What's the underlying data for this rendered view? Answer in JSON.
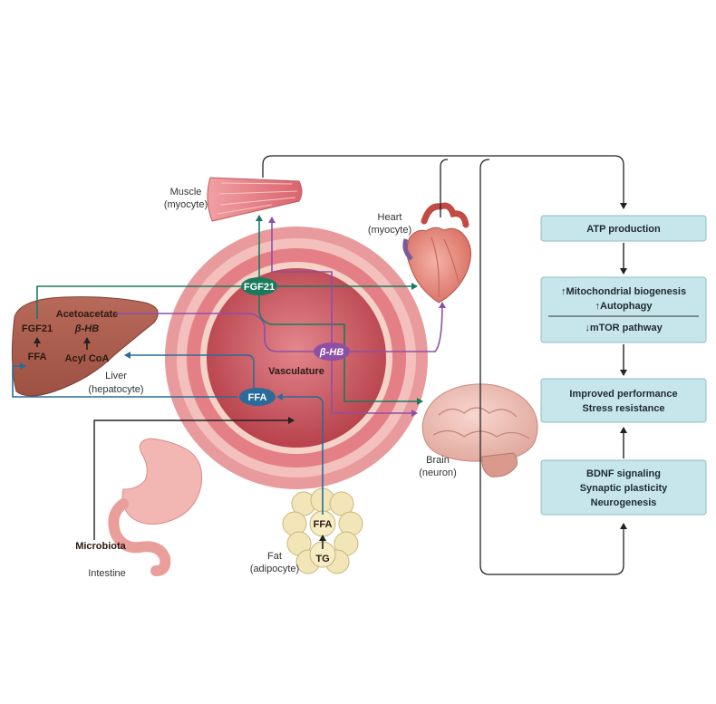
{
  "organs": {
    "muscle": [
      "Muscle",
      "(myocyte)"
    ],
    "heart": [
      "Heart",
      "(myocyte)"
    ],
    "liver": [
      "Liver",
      "(hepatocyte)"
    ],
    "brain": [
      "Brain",
      "(neuron)"
    ],
    "fat": [
      "Fat",
      "(adipocyte)"
    ],
    "intestine": "Intestine",
    "microbiota": "Microbiota"
  },
  "vessel": {
    "label": "Vasculature"
  },
  "liver_metabolites": {
    "fgf21": "FGF21",
    "ffa": "FFA",
    "acetoacetate": "Acetoacetate",
    "bhb": "β-HB",
    "acyl_coa": "Acyl CoA"
  },
  "fat_metabolites": {
    "ffa": "FFA",
    "tg": "TG"
  },
  "circulating": {
    "fgf21": "FGF21",
    "bhb": "β-HB",
    "ffa": "FFA"
  },
  "effects": [
    {
      "lines": [
        "ATP production"
      ]
    },
    {
      "lines": [
        "↑Mitochondrial biogenesis",
        "↑Autophagy",
        "↓mTOR pathway"
      ]
    },
    {
      "lines": [
        "Improved performance",
        "Stress resistance"
      ]
    },
    {
      "lines": [
        "BDNF signaling",
        "Synaptic plasticity",
        "Neurogenesis"
      ]
    }
  ],
  "colors": {
    "fgf21": "#1a7a5e",
    "bhb": "#8e4fa6",
    "ffa": "#2a6b99",
    "box_fill": "#c7e6ec",
    "vessel_outer": "#e89a9c",
    "vessel_lumen": "#c9565f"
  }
}
